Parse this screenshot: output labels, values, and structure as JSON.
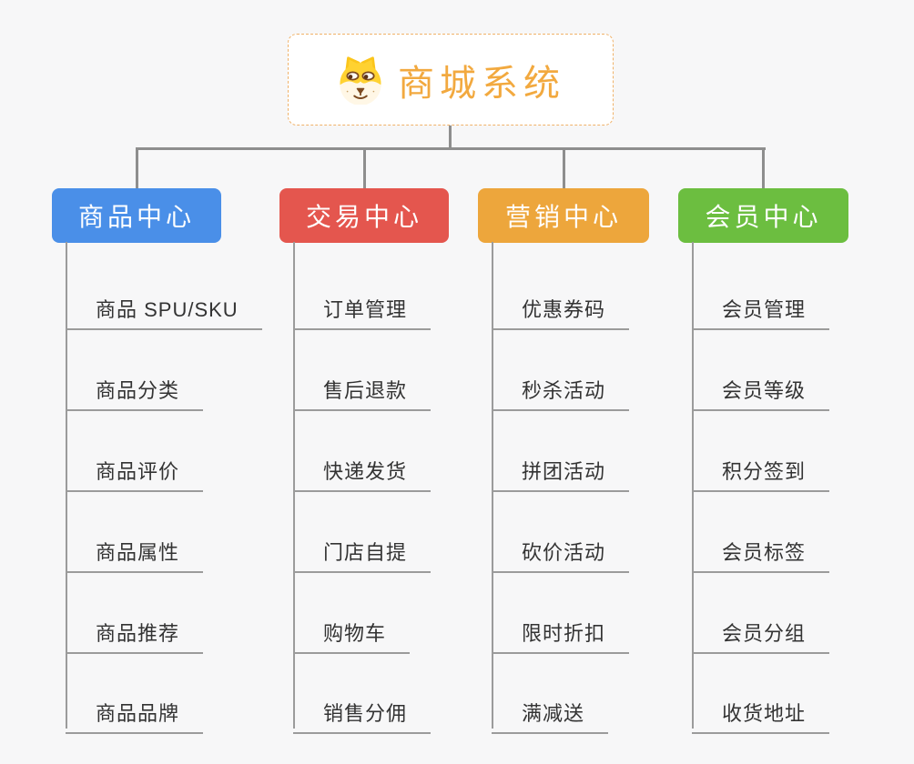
{
  "canvas": {
    "background": "#f7f7f8"
  },
  "root": {
    "title": "商城系统",
    "icon": "shiba-dog-face",
    "text_color": "#f2a93f",
    "border_color": "#f0b269"
  },
  "colors": {
    "connector": "#8e8e8e",
    "leaf_line": "#9b9b9b",
    "leaf_text": "#333333"
  },
  "branches": [
    {
      "key": "product-center",
      "label": "商品中心",
      "color": "#4a8fe8",
      "children": [
        "商品 SPU/SKU",
        "商品分类",
        "商品评价",
        "商品属性",
        "商品推荐",
        "商品品牌"
      ]
    },
    {
      "key": "trade-center",
      "label": "交易中心",
      "color": "#e4564e",
      "children": [
        "订单管理",
        "售后退款",
        "快递发货",
        "门店自提",
        "购物车",
        "销售分佣"
      ]
    },
    {
      "key": "marketing-center",
      "label": "营销中心",
      "color": "#eda63c",
      "children": [
        "优惠券码",
        "秒杀活动",
        "拼团活动",
        "砍价活动",
        "限时折扣",
        "满减送"
      ]
    },
    {
      "key": "member-center",
      "label": "会员中心",
      "color": "#6cbe40",
      "children": [
        "会员管理",
        "会员等级",
        "积分签到",
        "会员标签",
        "会员分组",
        "收货地址"
      ]
    }
  ]
}
